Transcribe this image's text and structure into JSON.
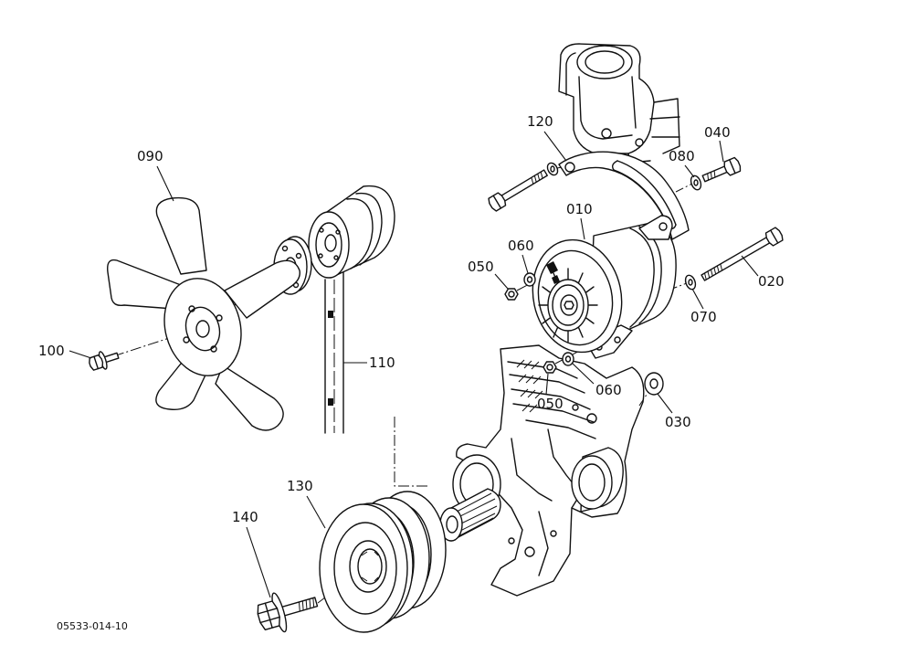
{
  "diagram": {
    "callouts": {
      "fan": "090",
      "fan_bolt": "100",
      "v_belt": "110",
      "bracket": "120",
      "bracket_bolt": "040",
      "bracket_washer": "080",
      "alternator": "010",
      "washer_upper": "060",
      "nut_upper": "050",
      "alternator_bolt": "020",
      "alternator_washer": "070",
      "washer_lower": "060",
      "nut_lower": "050",
      "spacer": "030",
      "crank_pulley": "130",
      "crank_bolt": "140"
    },
    "drawing_number": "05533-014-10"
  },
  "colors": {
    "line": "#111111",
    "background": "#ffffff"
  }
}
